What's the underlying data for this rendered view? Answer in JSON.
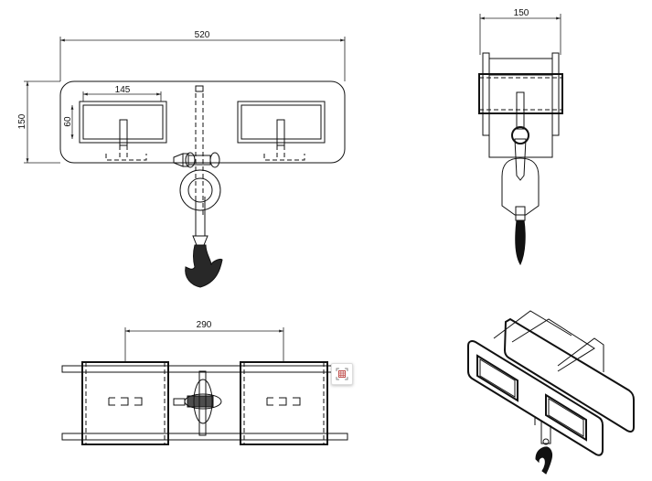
{
  "drawing": {
    "front_view": {
      "width_dim": "520",
      "height_dim": "150",
      "window_width_dim": "145",
      "window_height_dim": "60"
    },
    "side_view": {
      "width_dim": "150"
    },
    "top_view": {
      "spacing_dim": "290"
    },
    "isometric_view": {}
  },
  "toolbar": {
    "icon": "table-grid-icon"
  }
}
